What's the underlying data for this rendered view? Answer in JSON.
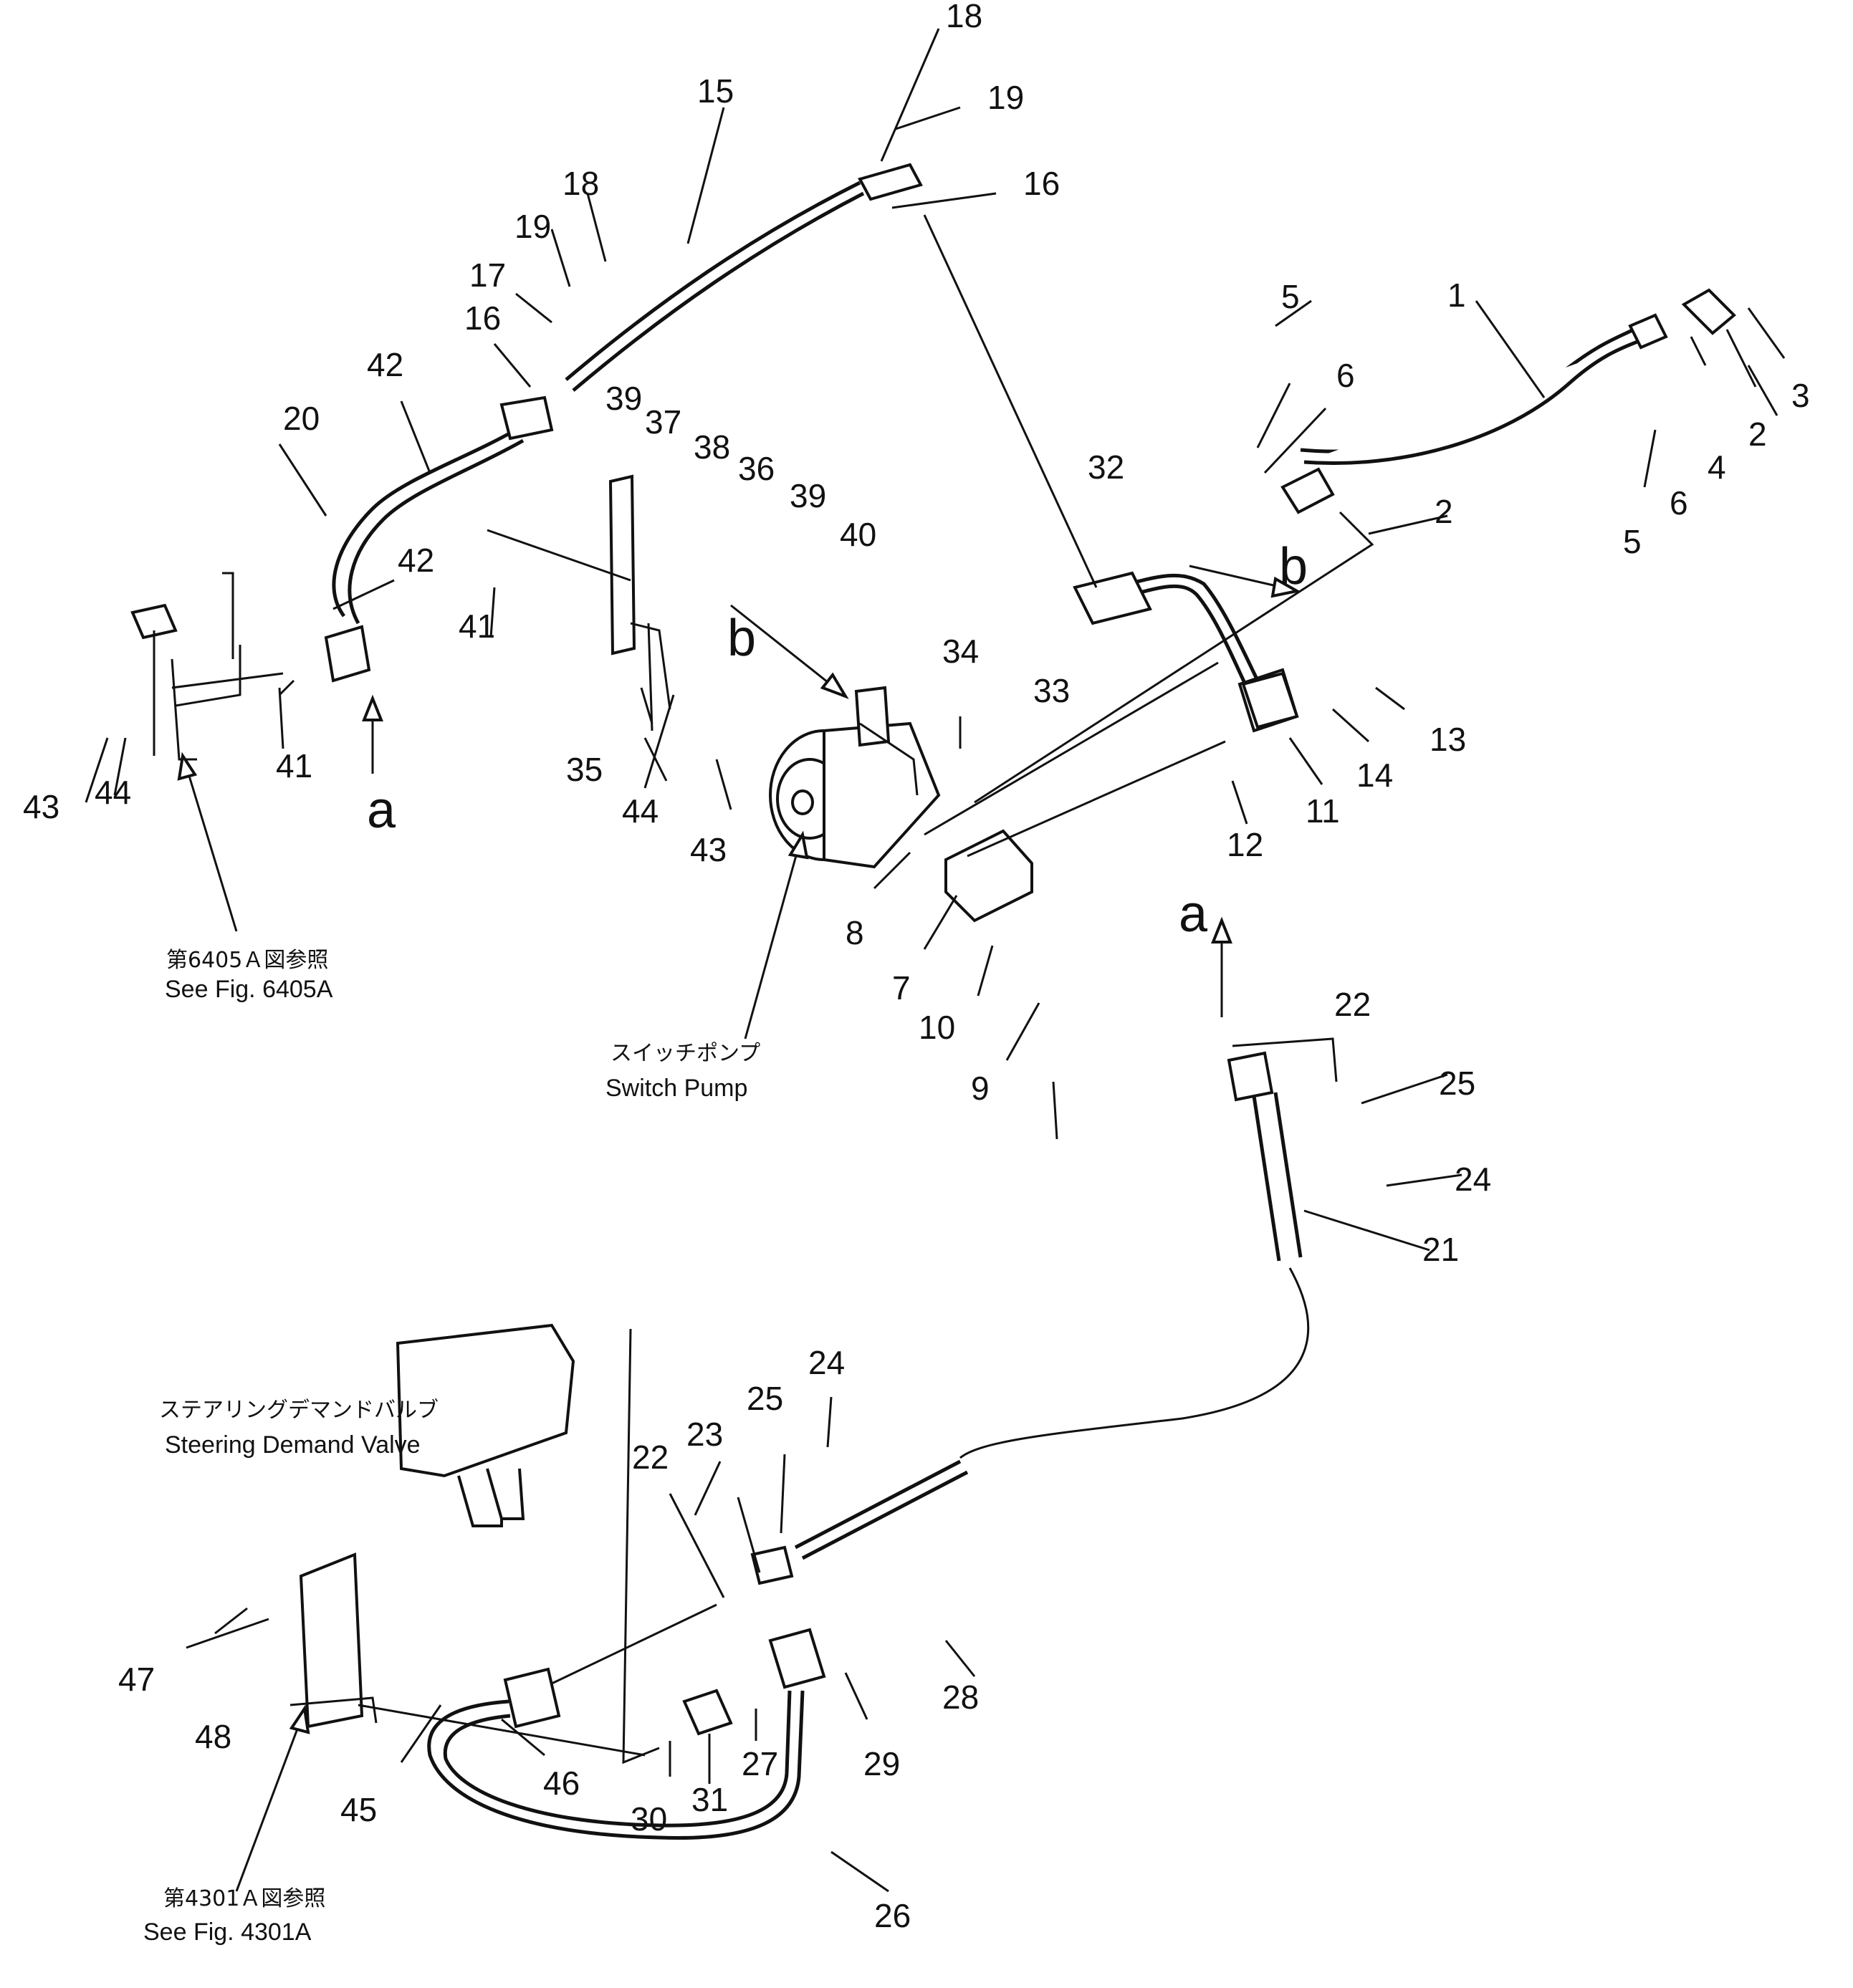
{
  "callouts": [
    "1",
    "2",
    "2",
    "3",
    "4",
    "5",
    "5",
    "6",
    "6",
    "7",
    "8",
    "9",
    "10",
    "11",
    "12",
    "13",
    "14",
    "15",
    "16",
    "16",
    "17",
    "18",
    "18",
    "19",
    "19",
    "20",
    "21",
    "22",
    "22",
    "23",
    "24",
    "24",
    "25",
    "25",
    "26",
    "27",
    "28",
    "29",
    "30",
    "31",
    "32",
    "33",
    "34",
    "35",
    "36",
    "37",
    "38",
    "39",
    "39",
    "40",
    "41",
    "41",
    "42",
    "42",
    "43",
    "43",
    "44",
    "44",
    "45",
    "46",
    "47",
    "48"
  ],
  "view_markers": [
    "a",
    "a",
    "b",
    "b"
  ],
  "notes": {
    "fig6405_jp": "第6405Ａ図参照",
    "fig6405_en": "See  Fig.  6405A",
    "switch_pump_jp": "スイッチポンプ",
    "switch_pump_en": "Switch Pump",
    "steering_valve_jp": "ステアリングデマンドバルブ",
    "steering_valve_en": "Steering Demand Valve",
    "fig4301_jp": "第4301Ａ図参照",
    "fig4301_en": "See Fig. 4301A"
  }
}
